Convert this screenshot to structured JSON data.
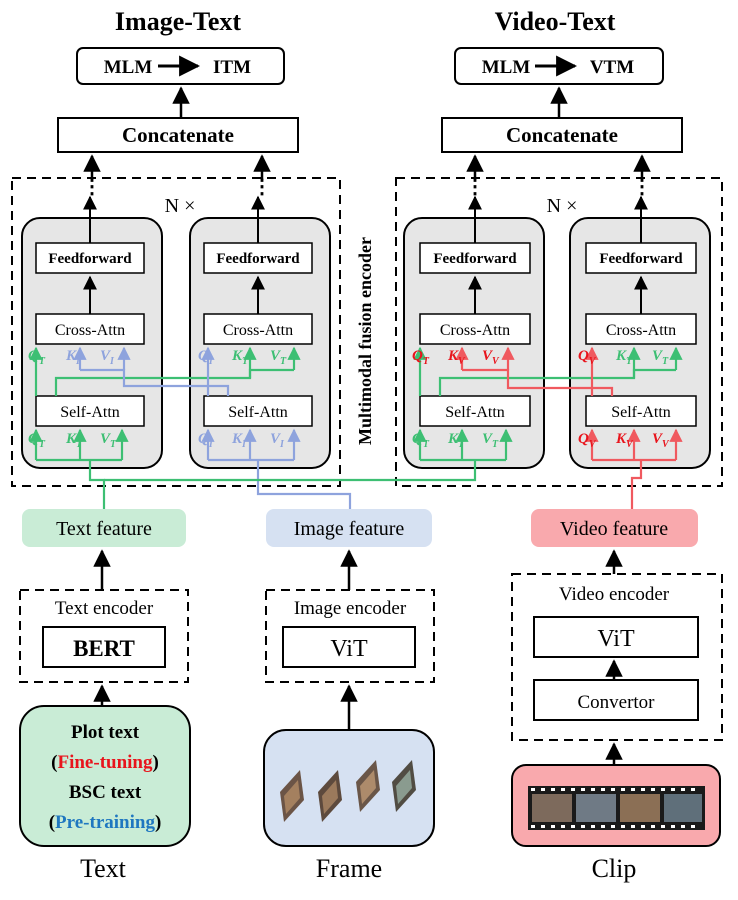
{
  "colors": {
    "green": "#3dbf73",
    "blue": "#8ea3dd",
    "red": "#f0595f",
    "red_text": "#e8141c",
    "blue_text": "#1f77c0",
    "panel_gray": "#e6e6e6",
    "text_feature_bg": "#c9ecd6",
    "image_feature_bg": "#d6e1f2",
    "video_feature_bg": "#f9a9ad"
  },
  "left": {
    "title": "Image-Text",
    "task_from": "MLM",
    "task_to": "ITM",
    "concat": "Concatenate",
    "repeat": "N ×",
    "streams": [
      {
        "ff": "Feedforward",
        "cross": "Cross-Attn",
        "self": "Self-Attn",
        "cross_qkv": [
          {
            "b": "Q",
            "s": "T"
          },
          {
            "b": "K",
            "s": "I"
          },
          {
            "b": "V",
            "s": "I"
          }
        ],
        "self_qkv": [
          {
            "b": "Q",
            "s": "T"
          },
          {
            "b": "K",
            "s": "T"
          },
          {
            "b": "V",
            "s": "T"
          }
        ]
      },
      {
        "ff": "Feedforward",
        "cross": "Cross-Attn",
        "self": "Self-Attn",
        "cross_qkv": [
          {
            "b": "Q",
            "s": "I"
          },
          {
            "b": "K",
            "s": "T"
          },
          {
            "b": "V",
            "s": "T"
          }
        ],
        "self_qkv": [
          {
            "b": "Q",
            "s": "I"
          },
          {
            "b": "K",
            "s": "I"
          },
          {
            "b": "V",
            "s": "I"
          }
        ]
      }
    ]
  },
  "right": {
    "title": "Video-Text",
    "task_from": "MLM",
    "task_to": "VTM",
    "concat": "Concatenate",
    "repeat": "N ×",
    "streams": [
      {
        "ff": "Feedforward",
        "cross": "Cross-Attn",
        "self": "Self-Attn",
        "cross_qkv": [
          {
            "b": "Q",
            "s": "T"
          },
          {
            "b": "K",
            "s": "V"
          },
          {
            "b": "V",
            "s": "V"
          }
        ],
        "self_qkv": [
          {
            "b": "Q",
            "s": "T"
          },
          {
            "b": "K",
            "s": "T"
          },
          {
            "b": "V",
            "s": "T"
          }
        ]
      },
      {
        "ff": "Feedforward",
        "cross": "Cross-Attn",
        "self": "Self-Attn",
        "cross_qkv": [
          {
            "b": "Q",
            "s": "V"
          },
          {
            "b": "K",
            "s": "T"
          },
          {
            "b": "V",
            "s": "T"
          }
        ],
        "self_qkv": [
          {
            "b": "Q",
            "s": "V"
          },
          {
            "b": "K",
            "s": "V"
          },
          {
            "b": "V",
            "s": "V"
          }
        ]
      }
    ]
  },
  "fusion_label": "Multimodal fusion encoder",
  "features": {
    "text": "Text feature",
    "image": "Image feature",
    "video": "Video feature"
  },
  "encoders": {
    "text": {
      "title": "Text encoder",
      "model": "BERT"
    },
    "image": {
      "title": "Image encoder",
      "model": "ViT"
    },
    "video": {
      "title": "Video encoder",
      "model": "ViT",
      "convertor": "Convertor"
    }
  },
  "text_source": {
    "line1": "Plot text",
    "line2_open": "(",
    "line2_colored": "Fine-tuning",
    "line2_close": ")",
    "line3": "BSC text",
    "line4_open": "(",
    "line4_colored": "Pre-training",
    "line4_close": ")"
  },
  "inputs": {
    "text": "Text",
    "frame": "Frame",
    "clip": "Clip"
  }
}
